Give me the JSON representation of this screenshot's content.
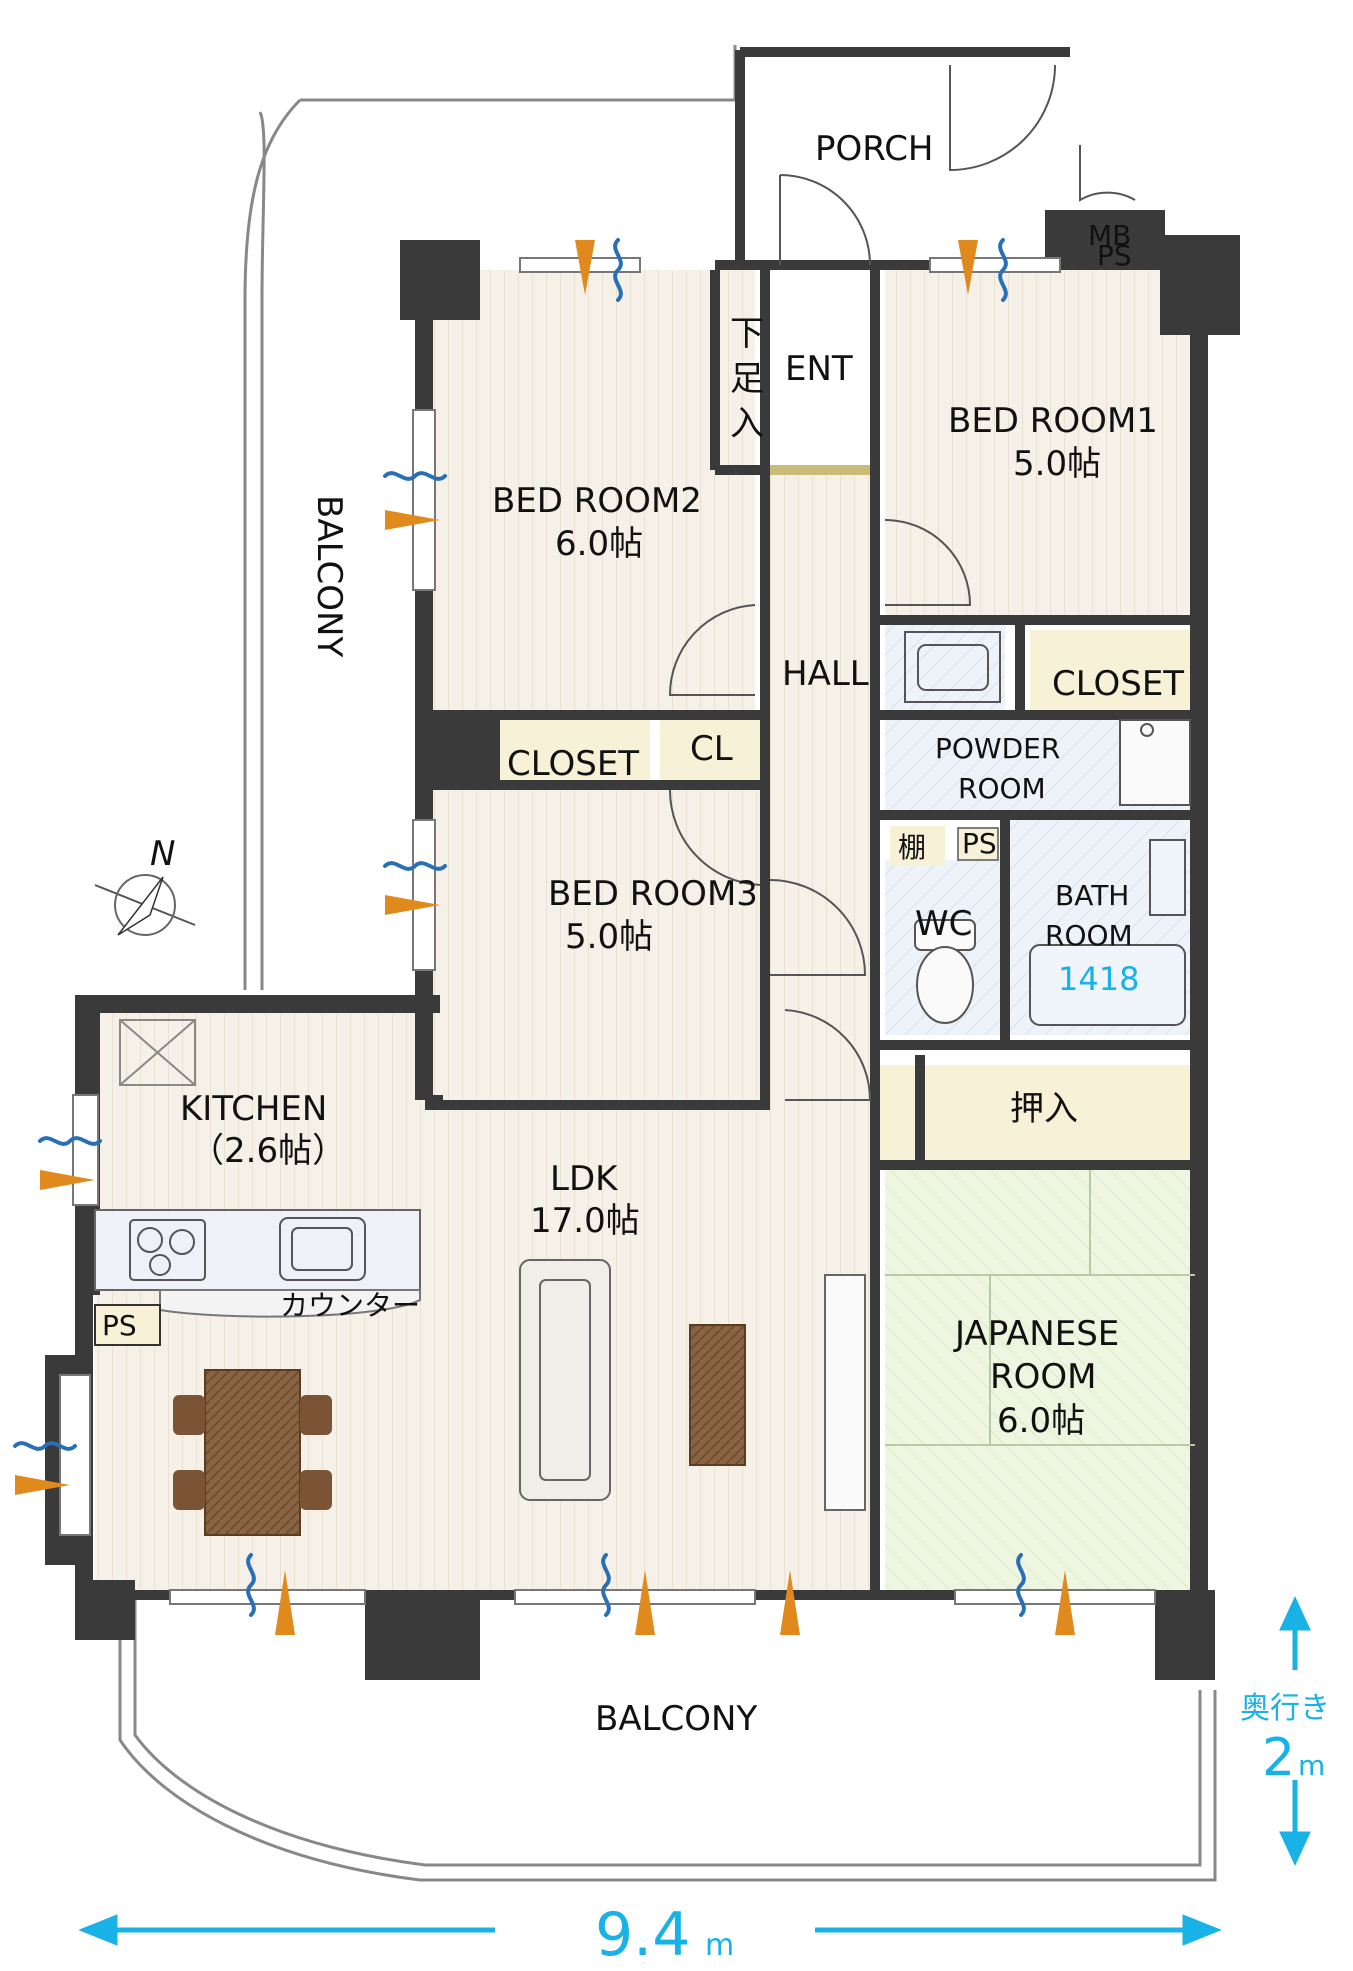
{
  "rooms": {
    "porch": "PORCH",
    "mb_ps_1": "MB",
    "mb_ps_2": "PS",
    "shoe_closet_1": "下",
    "shoe_closet_2": "足",
    "shoe_closet_3": "入",
    "entrance": "ENT",
    "bedroom1_name": "BED ROOM1",
    "bedroom1_size": "5.0帖",
    "bedroom2_name": "BED ROOM2",
    "bedroom2_size": "6.0帖",
    "bedroom3_name": "BED ROOM3",
    "bedroom3_size": "5.0帖",
    "hall": "HALL",
    "closet1": "CLOSET",
    "closet2": "CLOSET",
    "cl": "CL",
    "powder_room_1": "POWDER",
    "powder_room_2": "ROOM",
    "shelf": "棚",
    "ps_small": "PS",
    "wc": "WC",
    "bath_1": "BATH",
    "bath_2": "ROOM",
    "bath_size": "1418",
    "oshiire": "押入",
    "kitchen_name": "KITCHEN",
    "kitchen_size": "（2.6帖）",
    "ldk_name": "LDK",
    "ldk_size": "17.0帖",
    "counter": "カウンター",
    "ps_kitchen": "PS",
    "japanese_1": "JAPANESE",
    "japanese_2": "ROOM",
    "japanese_size": "6.0帖",
    "balcony_south": "BALCONY",
    "balcony_west": "BALCONY"
  },
  "compass": {
    "label": "N"
  },
  "dimensions": {
    "width_value": "9.4",
    "width_unit": "m",
    "depth_label": "奥行き",
    "depth_value": "2",
    "depth_unit": "m"
  },
  "colors": {
    "wall": "#3a3a3a",
    "floor_wood": "#f4efe6",
    "tatami": "#eef6e3",
    "dimension": "#19b2e6",
    "air_wave": "#2a6fb5",
    "light_arrow": "#e08a1e"
  }
}
